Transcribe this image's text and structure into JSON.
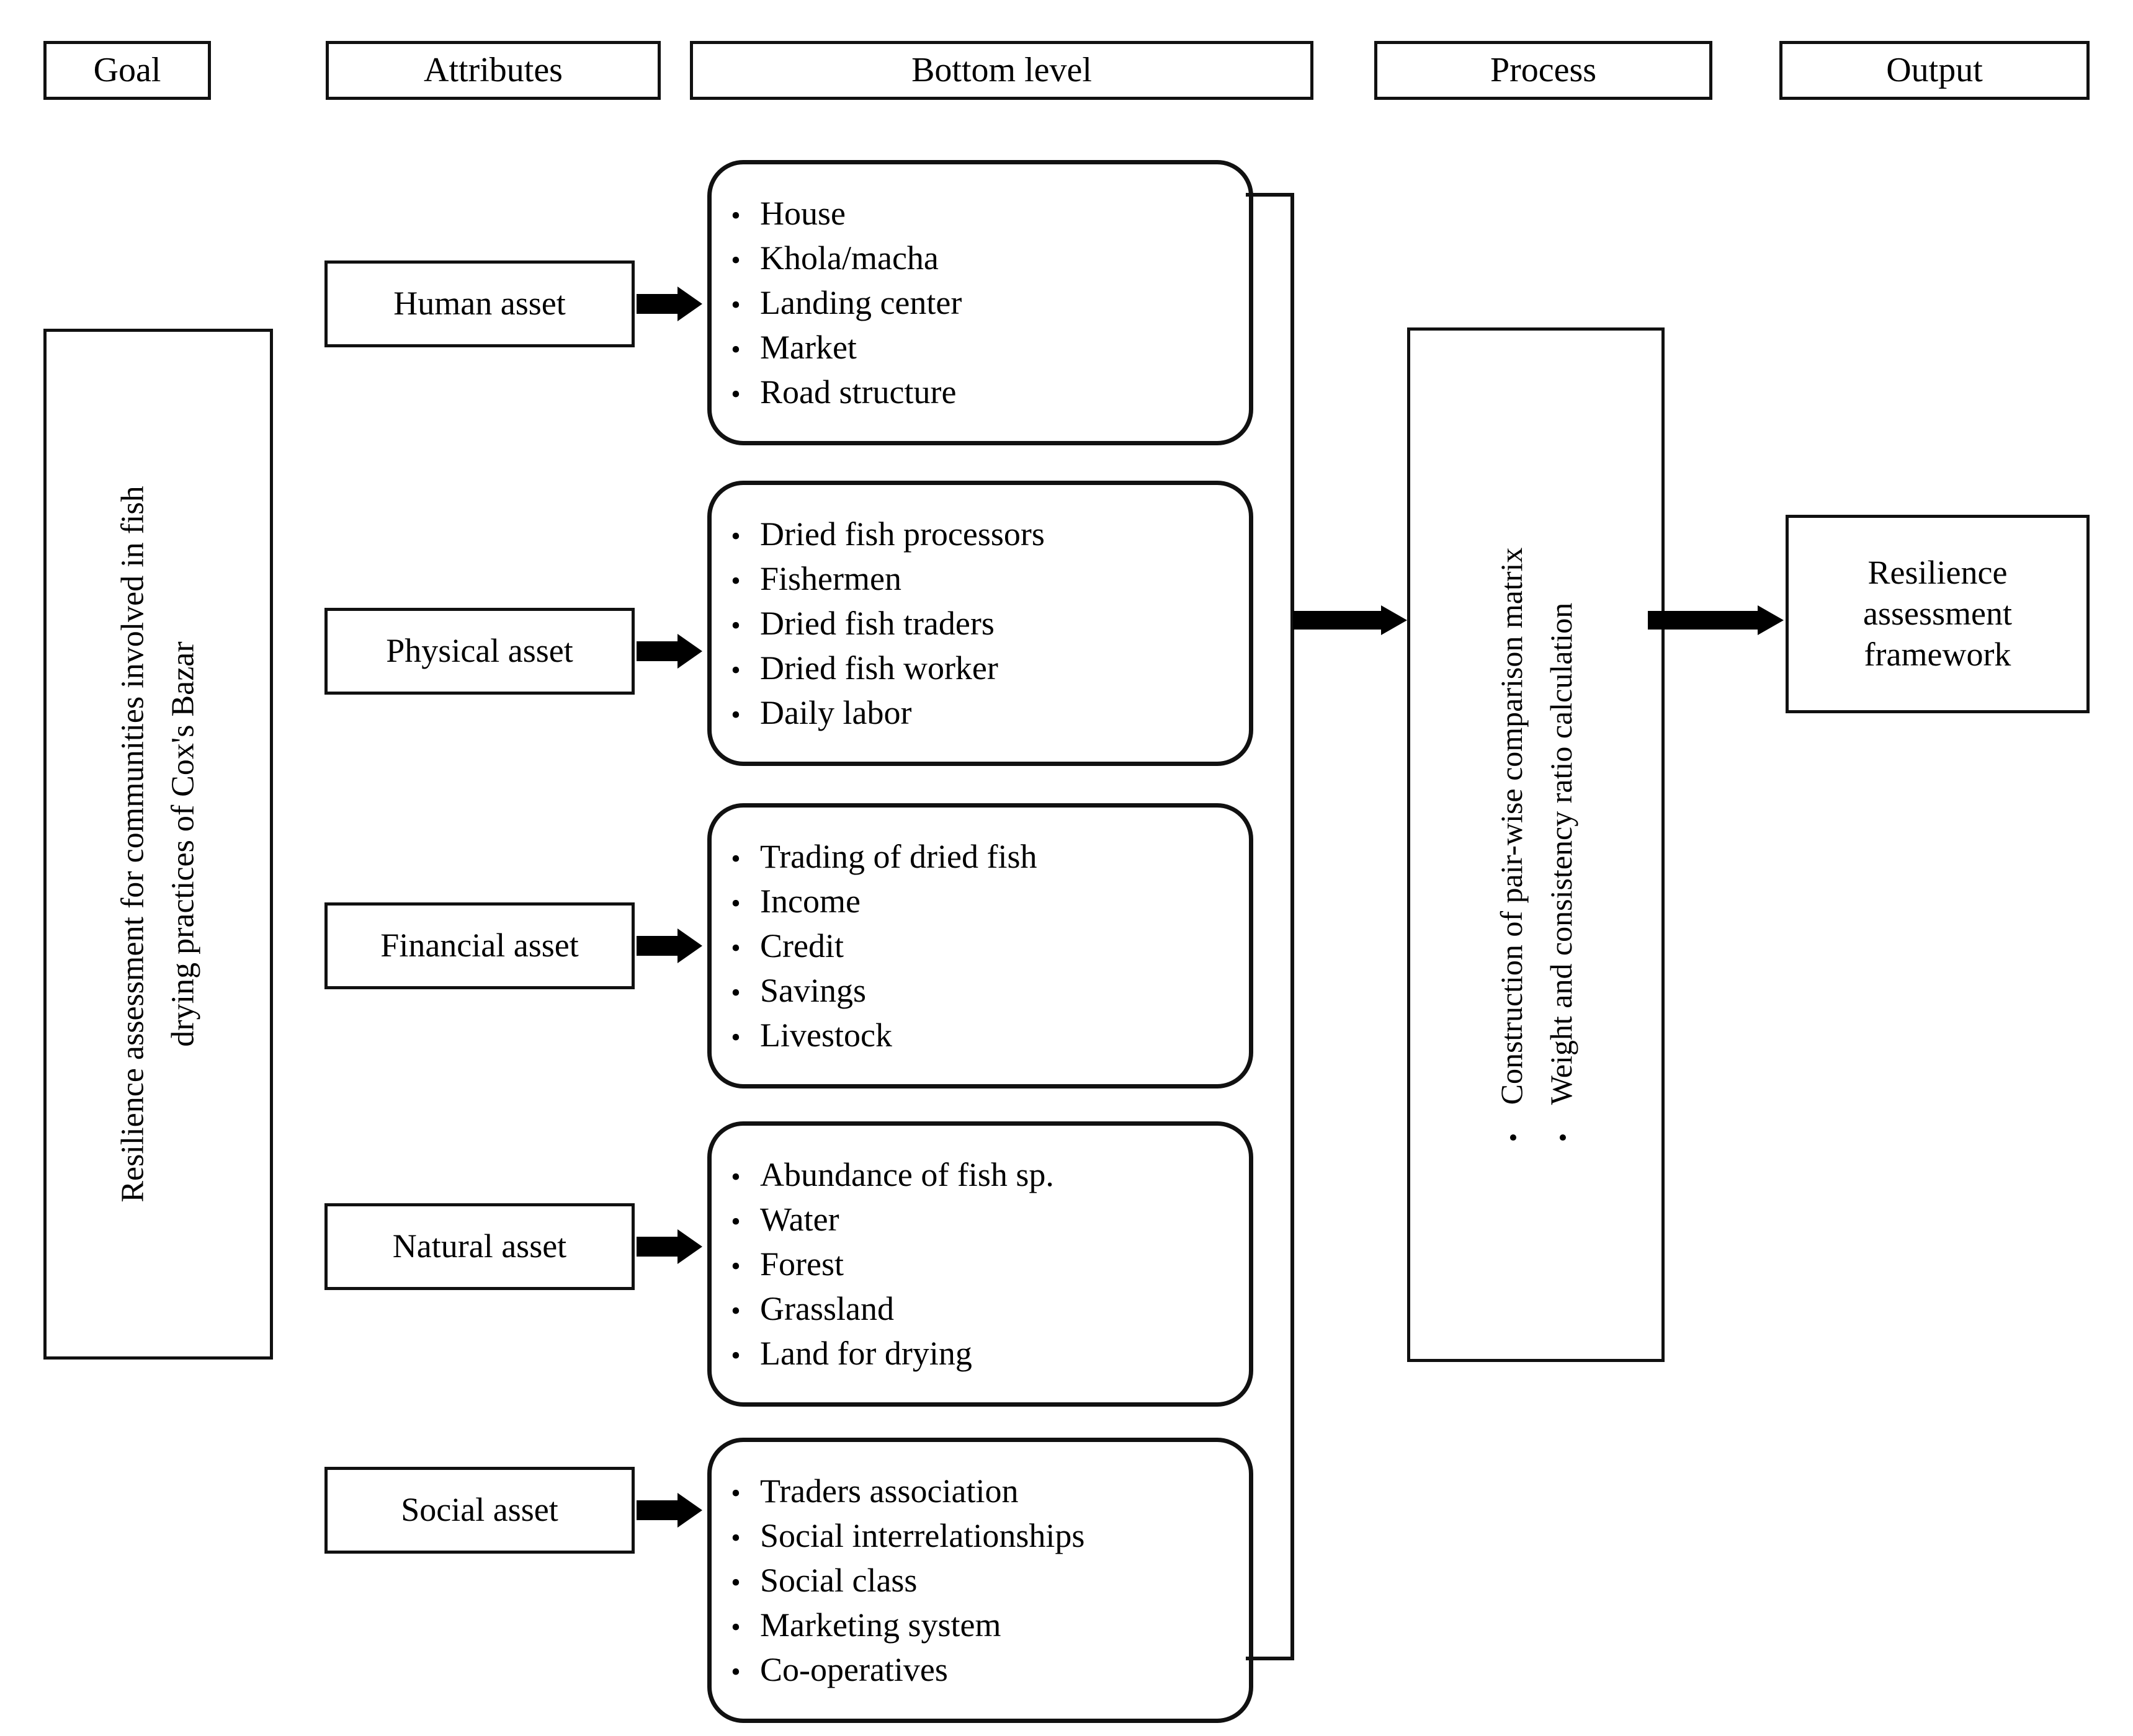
{
  "headers": [
    {
      "label": "Goal"
    },
    {
      "label": "Attributes"
    },
    {
      "label": "Bottom level"
    },
    {
      "label": "Process"
    },
    {
      "label": "Output"
    }
  ],
  "goal": {
    "line1": "Resilience assessment for communities involved in fish",
    "line2": "drying practices of Cox's Bazar"
  },
  "attributes": [
    {
      "label": "Human asset"
    },
    {
      "label": "Physical asset"
    },
    {
      "label": "Financial asset"
    },
    {
      "label": "Natural asset"
    },
    {
      "label": "Social asset"
    }
  ],
  "bottom_level": [
    {
      "group": "human",
      "items": [
        "House",
        "Khola/macha",
        "Landing center",
        "Market",
        "Road structure"
      ]
    },
    {
      "group": "physical",
      "items": [
        "Dried fish processors",
        "Fishermen",
        "Dried fish traders",
        "Dried fish worker",
        "Daily labor"
      ]
    },
    {
      "group": "financial",
      "items": [
        "Trading of dried fish",
        "Income",
        "Credit",
        "Savings",
        "Livestock"
      ]
    },
    {
      "group": "natural",
      "items": [
        "Abundance of fish sp.",
        "Water",
        "Forest",
        "Grassland",
        "Land for drying"
      ]
    },
    {
      "group": "social",
      "items": [
        "Traders association",
        "Social interrelationships",
        "Social class",
        "Marketing system",
        "Co-operatives"
      ]
    }
  ],
  "process": {
    "items": [
      "Construction of pair-wise comparison matrix",
      "Weight and consistency ratio calculation"
    ]
  },
  "output": {
    "line1": "Resilience",
    "line2": "assessment",
    "line3": "framework"
  },
  "bullet_glyph": "•",
  "colors": {
    "stroke": "#111111",
    "background": "#ffffff",
    "text": "#000000"
  }
}
